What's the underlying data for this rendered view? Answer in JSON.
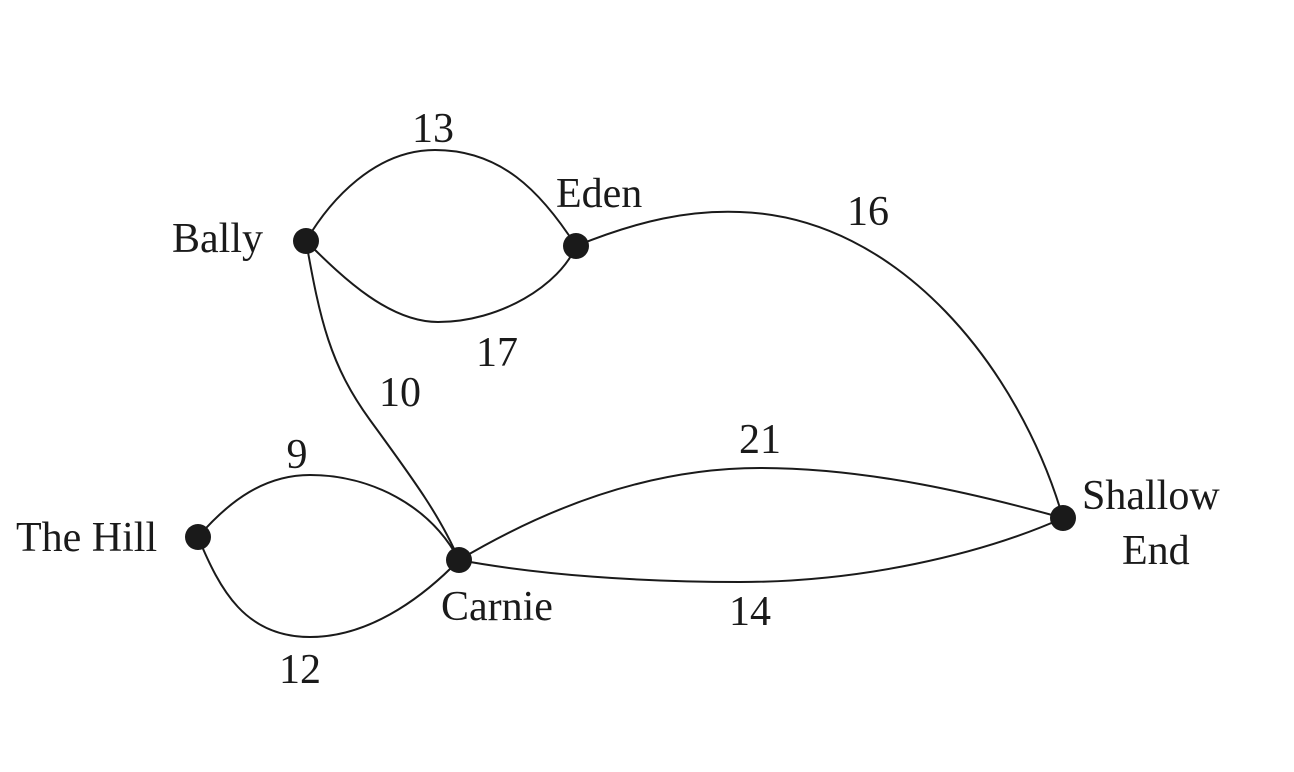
{
  "colors": {
    "ink": "#1a1a1a",
    "background": "#ffffff"
  },
  "nodes": [
    {
      "id": "bally",
      "label_lines": [
        "Bally"
      ]
    },
    {
      "id": "eden",
      "label_lines": [
        "Eden"
      ]
    },
    {
      "id": "the-hill",
      "label_lines": [
        "The Hill"
      ]
    },
    {
      "id": "carnie",
      "label_lines": [
        "Carnie"
      ]
    },
    {
      "id": "shallow-end",
      "label_lines": [
        "Shallow",
        "End"
      ]
    }
  ],
  "edges": [
    {
      "id": "bally-eden-upper",
      "from": "Bally",
      "to": "Eden",
      "weight": "13"
    },
    {
      "id": "bally-eden-lower",
      "from": "Bally",
      "to": "Eden",
      "weight": "17"
    },
    {
      "id": "eden-shallow-end",
      "from": "Eden",
      "to": "Shallow End",
      "weight": "16"
    },
    {
      "id": "bally-carnie",
      "from": "Bally",
      "to": "Carnie",
      "weight": "10"
    },
    {
      "id": "hill-carnie-upper",
      "from": "The Hill",
      "to": "Carnie",
      "weight": "9"
    },
    {
      "id": "hill-carnie-lower",
      "from": "The Hill",
      "to": "Carnie",
      "weight": "12"
    },
    {
      "id": "carnie-shallow-end-upper",
      "from": "Carnie",
      "to": "Shallow End",
      "weight": "21"
    },
    {
      "id": "carnie-shallow-end-lower",
      "from": "Carnie",
      "to": "Shallow End",
      "weight": "14"
    }
  ]
}
